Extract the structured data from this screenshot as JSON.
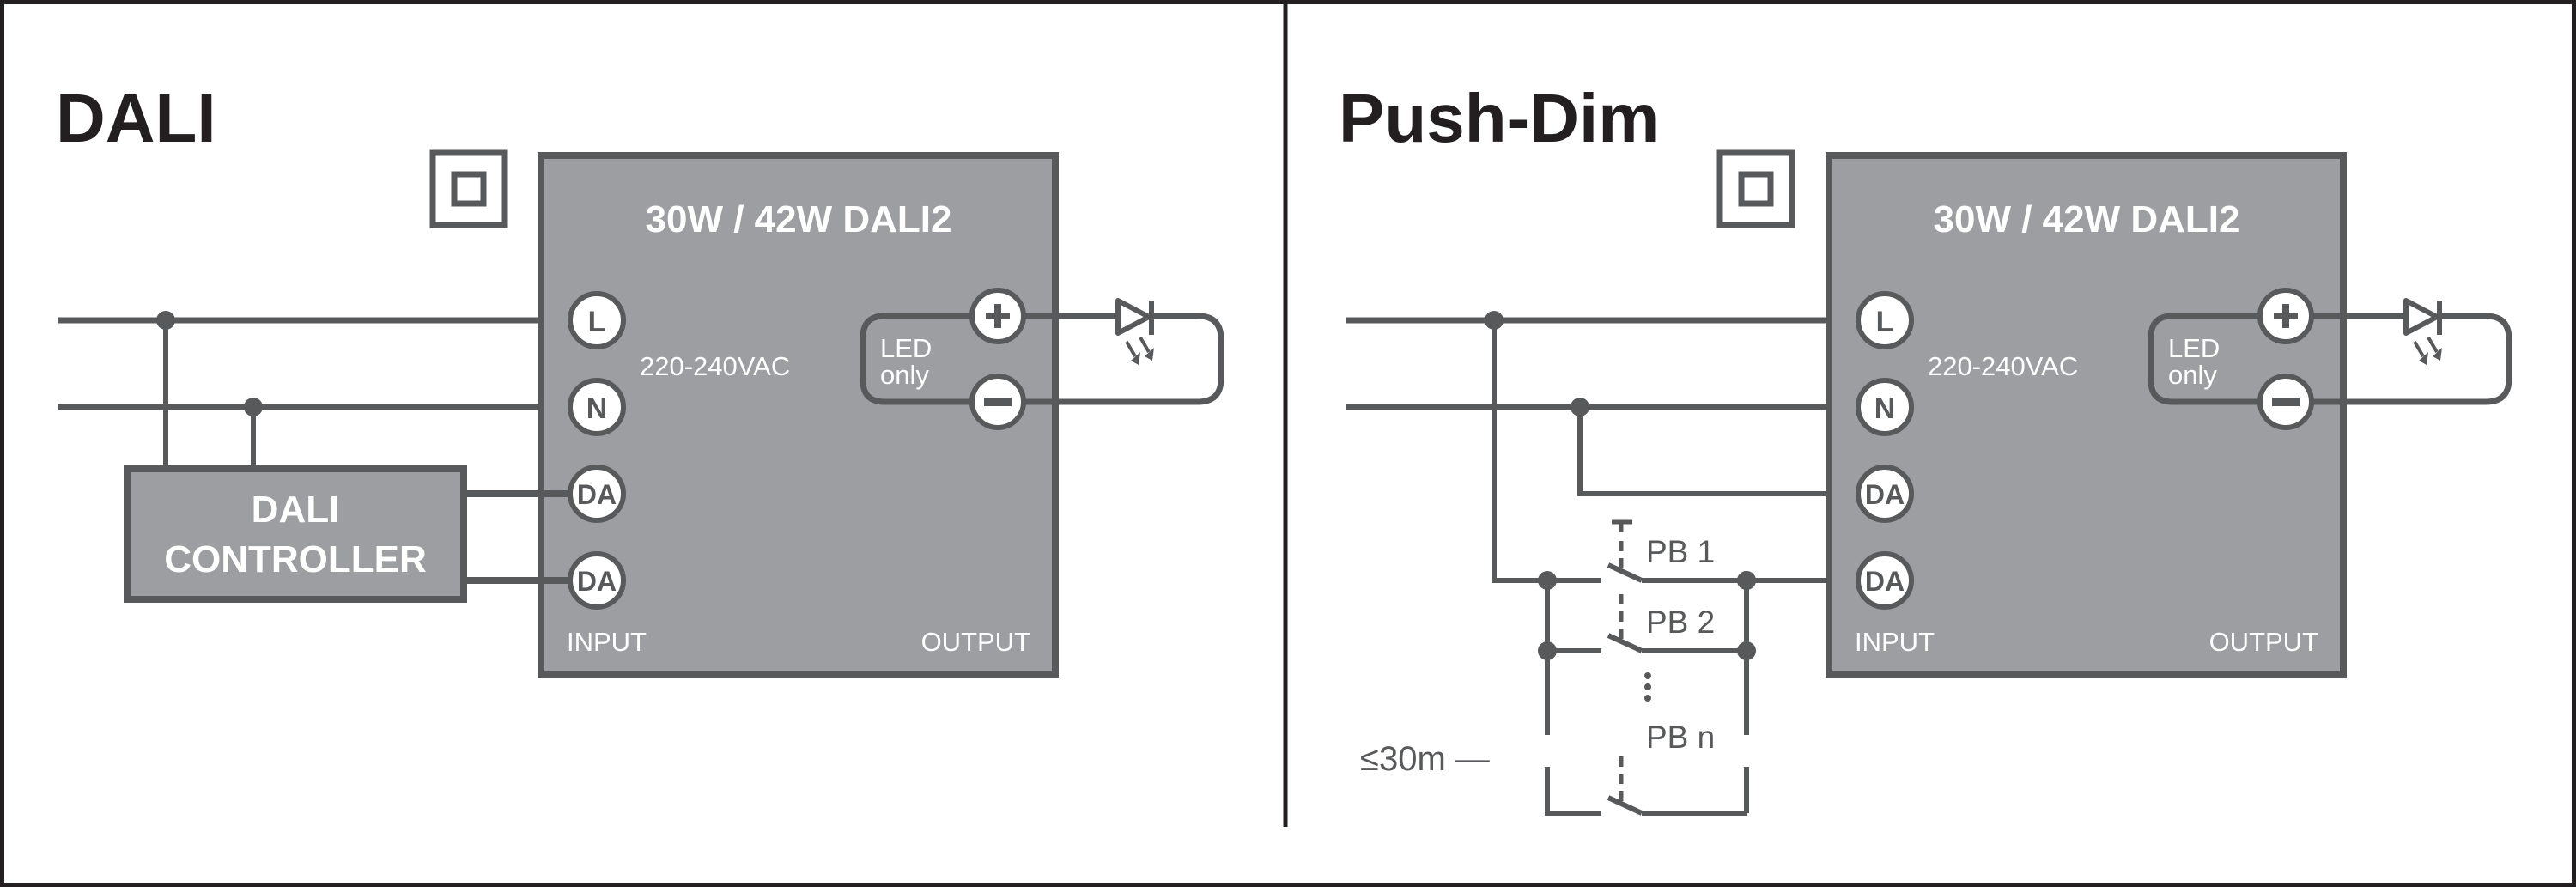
{
  "colors": {
    "wire": "#58595b",
    "box_fill": "#9d9ea1",
    "frame": "#231f20",
    "text_dark": "#231f20",
    "text_light": "#ffffff"
  },
  "panels": [
    {
      "id": "dali",
      "title": "DALI",
      "symbol": "class-ii-double-insulation",
      "driver": {
        "title": "30W / 42W DALI2",
        "voltage": "220-240VAC",
        "input_label": "INPUT",
        "output_label": "OUTPUT",
        "input_terminals": [
          "L",
          "N",
          "DA",
          "DA"
        ],
        "output_terminals": [
          "+",
          "−"
        ],
        "output_note_line1": "LED",
        "output_note_line2": "only"
      },
      "controller": {
        "line1": "DALI",
        "line2": "CONTROLLER"
      }
    },
    {
      "id": "push-dim",
      "title": "Push-Dim",
      "symbol": "class-ii-double-insulation",
      "driver": {
        "title": "30W / 42W DALI2",
        "voltage": "220-240VAC",
        "input_label": "INPUT",
        "output_label": "OUTPUT",
        "input_terminals": [
          "L",
          "N",
          "DA",
          "DA"
        ],
        "output_terminals": [
          "+",
          "−"
        ],
        "output_note_line1": "LED",
        "output_note_line2": "only"
      },
      "push_buttons": [
        "PB 1",
        "PB 2",
        "PB n"
      ],
      "ellipsis": "⋮",
      "max_length_note": "≤30m —"
    }
  ]
}
